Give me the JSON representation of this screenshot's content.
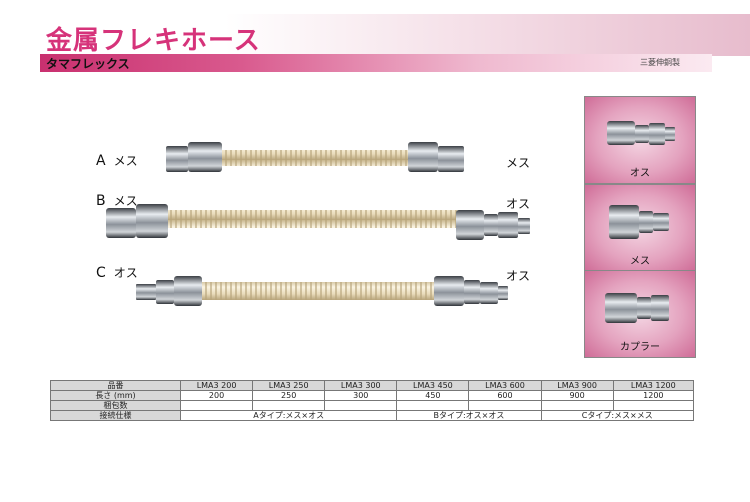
{
  "header": {
    "title": "金属フレキホース",
    "subtitle": "タマフレックス",
    "maker": "三菱伸銅製"
  },
  "hoses": [
    {
      "letter": "A",
      "left_end": "メス",
      "right_end": "メス"
    },
    {
      "letter": "B",
      "left_end": "メス",
      "right_end": "オス"
    },
    {
      "letter": "C",
      "left_end": "オス",
      "right_end": "オス"
    }
  ],
  "fittings": [
    {
      "caption": "オス"
    },
    {
      "caption": "メス"
    },
    {
      "caption": "カプラー"
    }
  ],
  "spec_table": {
    "rows": [
      {
        "label": "品番",
        "cells": [
          "LMA3 200",
          "LMA3 250",
          "LMA3 300",
          "LMA3 450",
          "LMA3 600",
          "LMA3 900",
          "LMA3 1200"
        ]
      },
      {
        "label": "長さ (mm)",
        "cells": [
          "200",
          "250",
          "300",
          "450",
          "600",
          "900",
          "1200"
        ]
      },
      {
        "label": "梱包数",
        "cells": [
          "",
          "",
          "",
          "",
          "",
          "",
          ""
        ]
      }
    ],
    "connection_label": "接続仕様",
    "connection_types": [
      "Aタイプ:メス×オス",
      "Bタイプ:オス×オス",
      "Cタイプ:メス×メス"
    ]
  },
  "colors": {
    "title_pink": "#d6337a",
    "band_pink": "#c9306f",
    "hose_cream": "#efe3c4",
    "metal": "#9aa0a8"
  }
}
